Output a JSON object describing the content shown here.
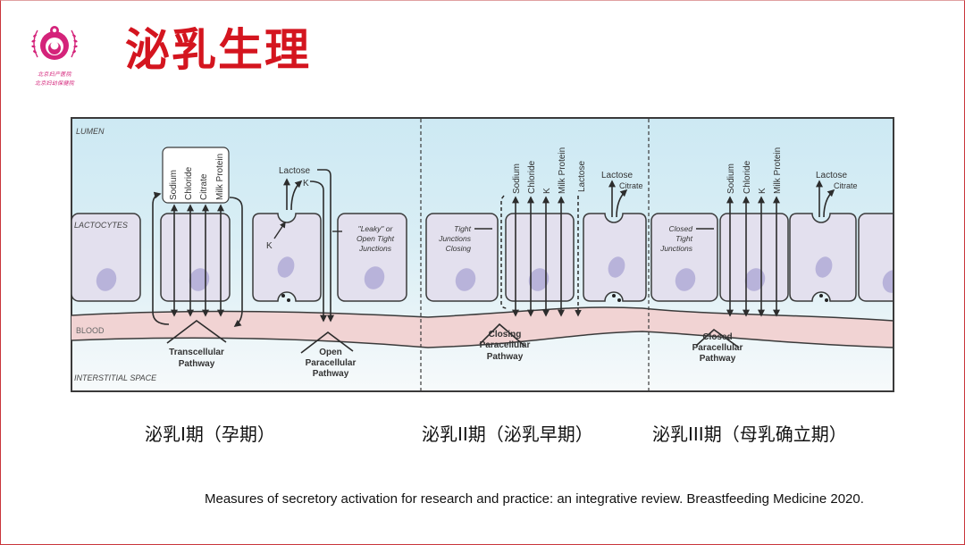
{
  "slide": {
    "title": "泌乳生理",
    "logo": {
      "line1": "北京妇产医院",
      "line2": "北京妇幼保健院"
    },
    "colors": {
      "title": "#d4151f",
      "logo": "#d4237a",
      "border": "#c9353b",
      "lumen": "#cde9f3",
      "cell": "#e3e0ee",
      "nucleus": "#b8b3da",
      "blood": "#f1d3d3"
    }
  },
  "figure": {
    "region_labels": {
      "lumen": "LUMEN",
      "lactocytes": "LACTOCYTES",
      "blood": "BLOOD",
      "interstitial": "INTERSTITIAL SPACE"
    },
    "panel1": {
      "solutes": [
        "Sodium",
        "Chloride",
        "Citrate",
        "Milk Protein"
      ],
      "lactose": "Lactose",
      "k_top": "K",
      "k_bottom": "K",
      "junction_label": [
        "\"Leaky\" or",
        "Open Tight",
        "Junctions"
      ],
      "pathway_transcellular": [
        "Transcellular",
        "Pathway"
      ],
      "pathway_paracellular": [
        "Open",
        "Paracellular",
        "Pathway"
      ]
    },
    "panel2": {
      "junction_label": [
        "Tight",
        "Junctions",
        "Closing"
      ],
      "solutes": [
        "Sodium",
        "Chloride",
        "K",
        "Milk Protein"
      ],
      "lactose_side": "Lactose",
      "lactose": "Lactose",
      "citrate": "Citrate",
      "pathway": [
        "Closing",
        "Paracellular",
        "Pathway"
      ]
    },
    "panel3": {
      "junction_label": [
        "Closed",
        "Tight",
        "Junctions"
      ],
      "solutes": [
        "Sodium",
        "Chloride",
        "K",
        "Milk Protein"
      ],
      "lactose": "Lactose",
      "citrate": "Citrate",
      "pathway": [
        "Closed",
        "Paracellular",
        "Pathway"
      ]
    }
  },
  "phases": [
    "泌乳I期（孕期）",
    "泌乳II期（泌乳早期）",
    "泌乳III期（母乳确立期）"
  ],
  "citation": "Measures of secretory activation for research and practice: an integrative review. Breastfeeding Medicine 2020."
}
